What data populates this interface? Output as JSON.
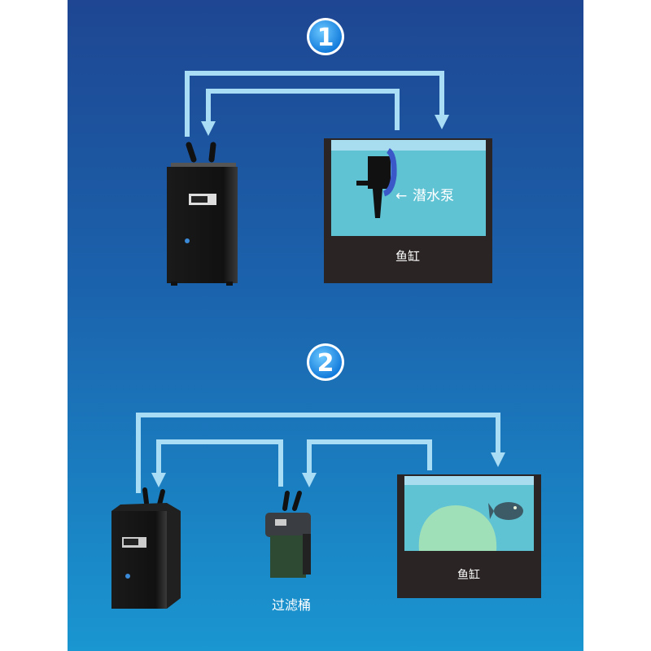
{
  "colors": {
    "arrow": "#a9dcf5",
    "tank_frame": "#2a2524",
    "water": "#5fc3d4",
    "water_top": "#a8dcef",
    "bg_top": "#1d4a96",
    "bg_bottom": "#1b8fcb"
  },
  "diagram1": {
    "badge": "1",
    "pump_label": "潜水泵",
    "tank_label": "鱼缸"
  },
  "diagram2": {
    "badge": "2",
    "filter_label": "过滤桶",
    "tank_label": "鱼缸"
  }
}
